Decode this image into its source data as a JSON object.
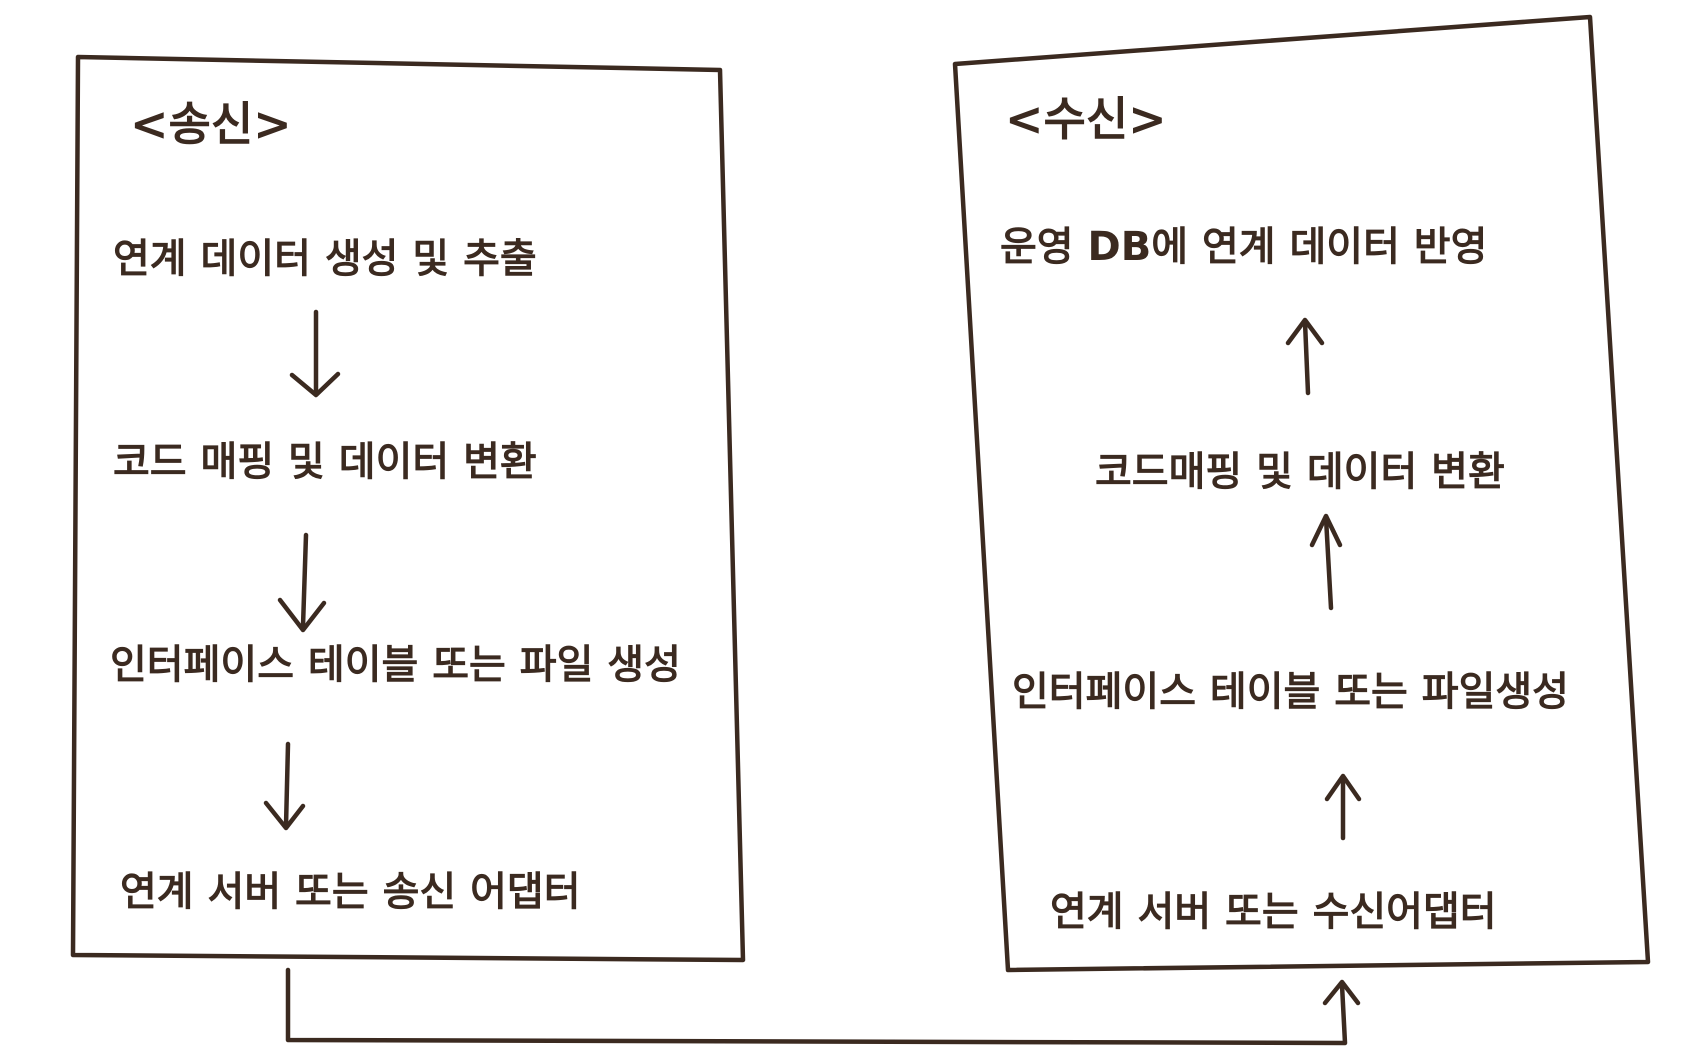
{
  "send": {
    "title": "<송신>",
    "steps": [
      "연계 데이터 생성 및 추출",
      "코드 매핑 및 데이터 변환",
      "인터페이스 테이블 또는 파일 생성",
      "연계 서버 또는 송신 어댑터"
    ]
  },
  "receive": {
    "title": "<수신>",
    "steps": [
      "운영 DB에 연계 데이터 반영",
      "코드매핑 및 데이터 변환",
      "인터페이스 테이블 또는 파일생성",
      "연계 서버 또는 수신어댑터"
    ]
  },
  "colors": {
    "ink": "#3b2a20",
    "background": "#ffffff"
  }
}
